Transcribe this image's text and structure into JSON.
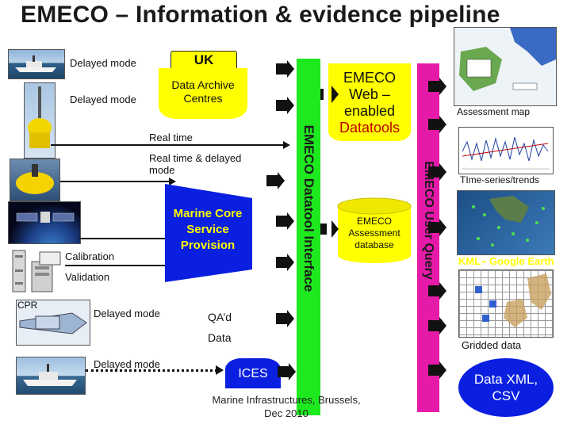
{
  "title": "EMECO – Information & evidence pipeline",
  "sources": {
    "delayed_mode_1": "Delayed mode",
    "delayed_mode_2": "Delayed mode",
    "real_time": "Real time",
    "real_time_delayed": "Real time & delayed mode",
    "calibration": "Calibration",
    "validation": "Validation",
    "cpr": "CPR",
    "delayed_mode_3": "Delayed mode",
    "delayed_mode_4": "Delayed mode"
  },
  "boxes": {
    "uk": "UK",
    "data_archive": "Data Archive Centres",
    "marine_core": "Marine Core Service Provision",
    "qa_d": "QA’d",
    "data": "Data",
    "ices": "ICES"
  },
  "datatool_interface": "EMECO Datatool Interface",
  "user_query": "EMECO User Query",
  "web_tools": {
    "line1": "EMECO",
    "line2": "Web –",
    "line3": "enabled",
    "line4": "Datatools"
  },
  "assessment_db": "EMECO Assessment database",
  "outputs": {
    "assessment_map": "Assessment map",
    "time_series": "TIme-series/trends",
    "kml": "KML– Google Earth",
    "gridded": "Gridded data",
    "data_xml": "Data XML, CSV"
  },
  "footer": "Marine Infrastructures, Brussels, Dec 2010",
  "colors": {
    "yellow": "#ffff00",
    "blue": "#0a1fe0",
    "green": "#1ee81e",
    "magenta": "#e61aa8",
    "red": "#c00000"
  }
}
